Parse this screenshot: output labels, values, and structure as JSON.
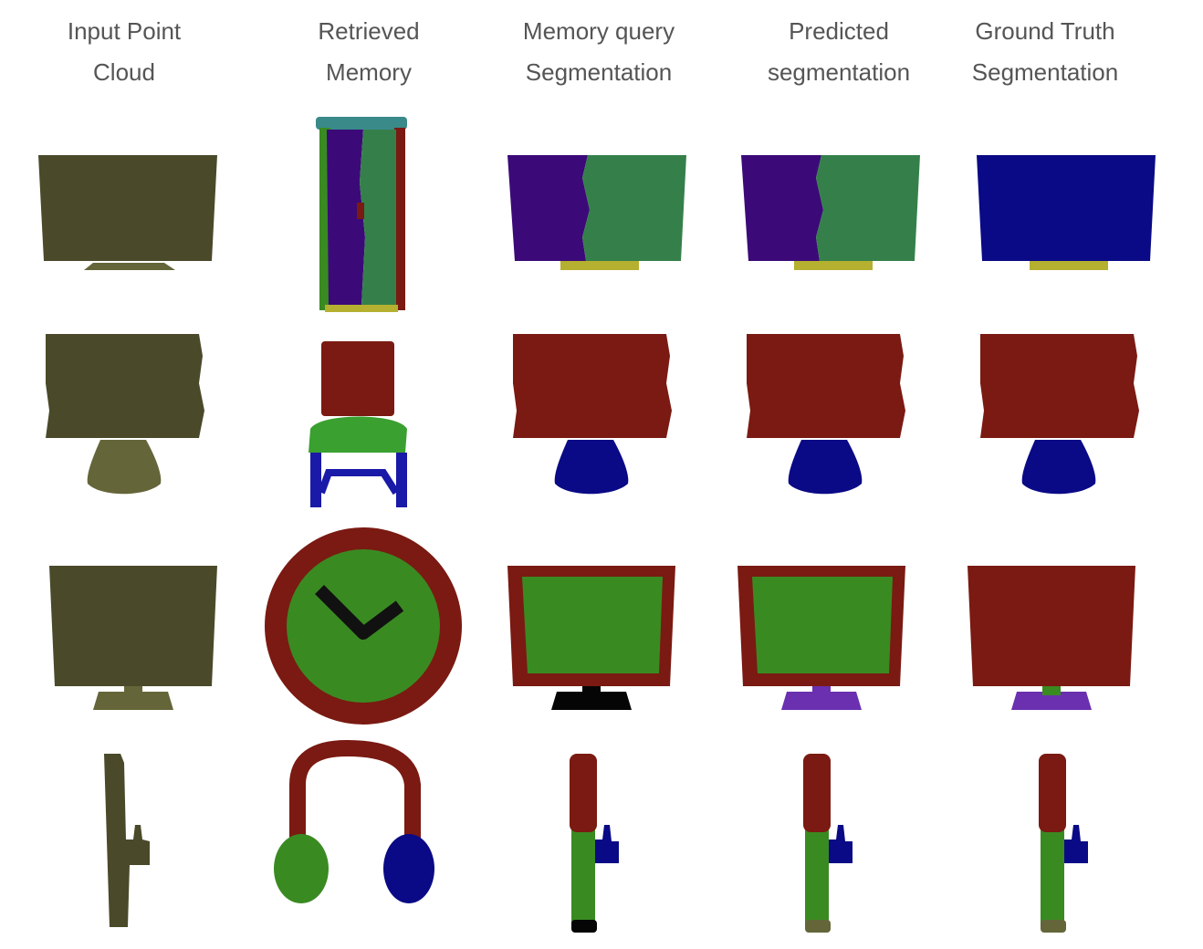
{
  "headers": [
    {
      "line1": "Input Point",
      "line2": "Cloud"
    },
    {
      "line1": "Retrieved",
      "line2": "Memory"
    },
    {
      "line1": "Memory query",
      "line2": "Segmentation"
    },
    {
      "line1": "Predicted",
      "line2": "segmentation"
    },
    {
      "line1": "Ground Truth",
      "line2": "Segmentation"
    }
  ],
  "colors": {
    "olive": "#4a4a2a",
    "olive_light": "#65653a",
    "purple": "#3b0a78",
    "green": "#35804a",
    "bright_green": "#3a8a22",
    "red": "#7a1a12",
    "navy": "#0a0a86",
    "teal": "#3a8a8a",
    "yellow": "#b5b030",
    "violet": "#6a30b0",
    "black": "#050505",
    "black_hand": "#111111"
  },
  "rows": [
    {
      "input": "monitor",
      "memory": "cabinet",
      "query": "monitor",
      "predicted": "monitor",
      "truth": "monitor"
    },
    {
      "input": "monitor",
      "memory": "chair",
      "query": "monitor",
      "predicted": "monitor",
      "truth": "monitor"
    },
    {
      "input": "monitor",
      "memory": "clock",
      "query": "monitor",
      "predicted": "monitor",
      "truth": "monitor"
    },
    {
      "input": "lamp",
      "memory": "headphones",
      "query": "lamp",
      "predicted": "lamp",
      "truth": "lamp"
    }
  ]
}
